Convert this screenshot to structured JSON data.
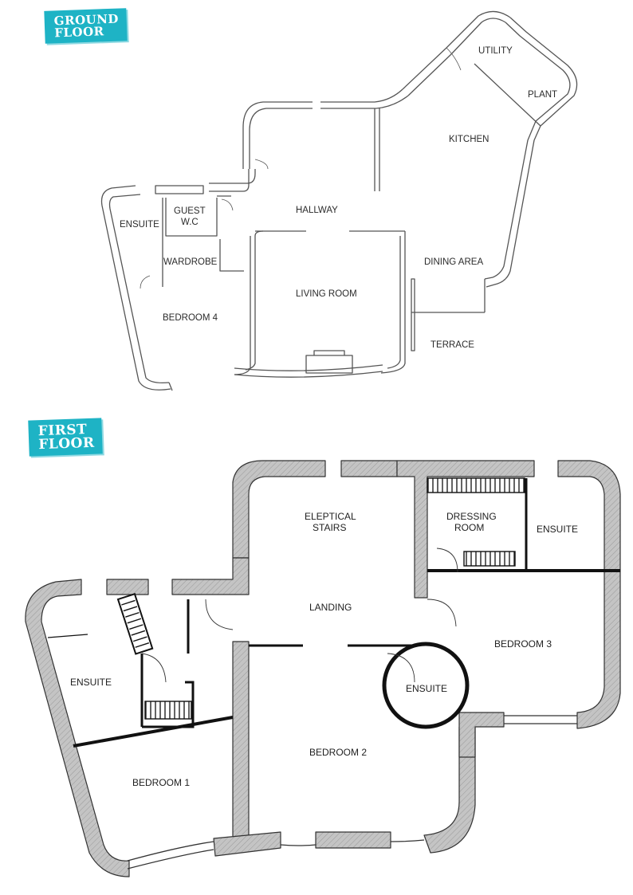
{
  "ground_floor": {
    "badge": [
      "GROUND",
      "FLOOR"
    ],
    "rooms": {
      "utility": "UTILITY",
      "plant": "PLANT",
      "kitchen": "KITCHEN",
      "hallway": "HALLWAY",
      "guest_wc": [
        "GUEST",
        "W.C"
      ],
      "ensuite": "ENSUITE",
      "wardrobe": "WARDROBE",
      "dining": "DINING AREA",
      "living": "LIVING ROOM",
      "bedroom4": "BEDROOM 4",
      "terrace": "TERRACE"
    }
  },
  "first_floor": {
    "badge": [
      "FIRST",
      "FLOOR"
    ],
    "rooms": {
      "stairs": [
        "ELEPTICAL",
        "STAIRS"
      ],
      "dressing": [
        "DRESSING",
        "ROOM"
      ],
      "ensuite_right": "ENSUITE",
      "landing": "LANDING",
      "bedroom3": "BEDROOM 3",
      "ensuite_left": "ENSUITE",
      "ensuite_round": "ENSUITE",
      "bedroom2": "BEDROOM 2",
      "bedroom1": "BEDROOM 1"
    }
  },
  "colors": {
    "accent": "#1eb3c5",
    "wall_fill": "#bdbdbd",
    "line": "#3a3a3a"
  }
}
